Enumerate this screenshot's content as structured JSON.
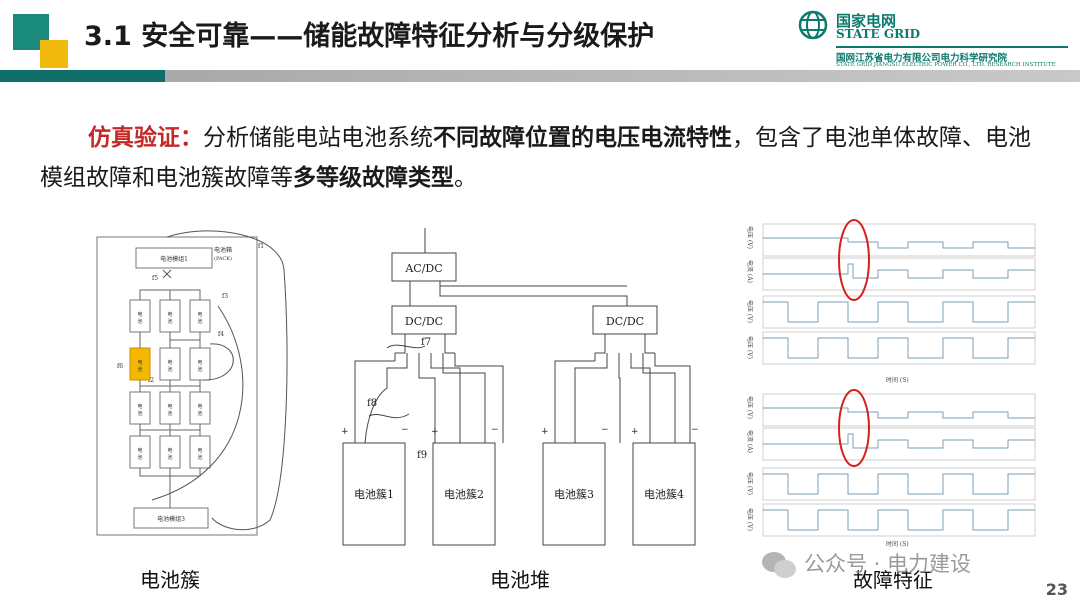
{
  "header": {
    "title": "3.1 安全可靠——储能故障特征分析与分级保护",
    "logo": {
      "name_cn": "国家电网",
      "name_en": "STATE GRID",
      "institute_cn": "国网江苏省电力有限公司电力科学研究院",
      "institute_en": "STATE GRID JIANGSU ELECTRIC POWER CO., LTD. RESEARCH INSTITUTE"
    },
    "colors": {
      "accent_green": "#0f6f68",
      "accent_yellow": "#f2b90f",
      "highlight_red": "#c62828"
    }
  },
  "body_text": {
    "label": "仿真验证：",
    "part1": "分析储能电站电池系统",
    "bold1": "不同故障位置的电压电流特性",
    "part2": "，包含了电池单体故障、电池模组故障和电池簇故障等",
    "bold2": "多等级故障类型",
    "part3": "。"
  },
  "figure_cluster": {
    "caption": "电池簇",
    "pack_label": "电池箱\n(PACK)",
    "top_module": "电池模组1",
    "bottom_module": "电池模组3",
    "cell": "电池",
    "faults": [
      "f1",
      "f2",
      "f3",
      "f4",
      "f5",
      "f6"
    ]
  },
  "figure_stack": {
    "caption": "电池堆",
    "acdc": "AC/DC",
    "dcdc": "DC/DC",
    "clusters": [
      "电池簇1",
      "电池簇2",
      "电池簇3",
      "电池簇4"
    ],
    "faults": [
      "f7",
      "f8",
      "f9"
    ],
    "plus": "+",
    "minus": "−"
  },
  "figure_waveform": {
    "caption": "故障特征",
    "y_labels_top": [
      "电压 (V)",
      "电流 (A)",
      "电压 (V)",
      "电压 (V)"
    ],
    "y_labels_bottom": [
      "电压 (V)",
      "电流 (A)",
      "电压 (V)",
      "电压 (V)"
    ],
    "x_label": "时间 (S)"
  },
  "watermark": "公众号 · 电力建设",
  "page_number": "23"
}
